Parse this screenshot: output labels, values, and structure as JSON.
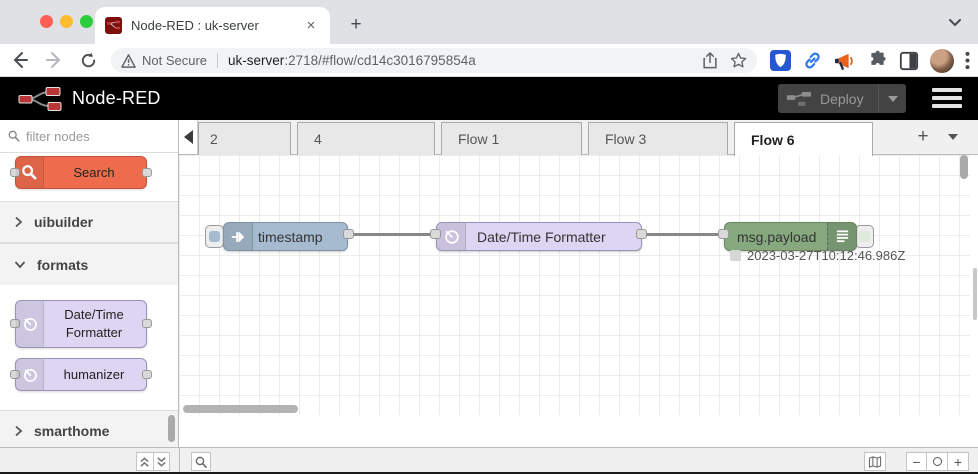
{
  "colors": {
    "inject_node": "#a6bbcf",
    "debug_node": "#87a980",
    "moment_node": "#ddd5f1",
    "search_node": "#ee6c4d",
    "wire": "#888888",
    "header_bg": "#000000",
    "accent_red": "#8f0000"
  },
  "browser": {
    "tab_title": "Node-RED : uk-server",
    "close_tab_glyph": "×",
    "new_tab_glyph": "+",
    "security_label": "Not Secure",
    "url_host": "uk-server",
    "url_rest": ":2718/#flow/cd14c3016795854a"
  },
  "header": {
    "app_name": "Node-RED",
    "deploy_label": "Deploy"
  },
  "palette": {
    "filter_placeholder": "filter nodes",
    "search_node_label": "Search",
    "categories": [
      {
        "label": "uibuilder",
        "state": "collapsed"
      },
      {
        "label": "formats",
        "state": "expanded"
      },
      {
        "label": "smarthome",
        "state": "collapsed"
      }
    ],
    "format_nodes": [
      {
        "label": "Date/Time Formatter"
      },
      {
        "label": "humanizer"
      }
    ]
  },
  "workspace": {
    "tabs": [
      {
        "label": "2"
      },
      {
        "label": "4"
      },
      {
        "label": "Flow 1"
      },
      {
        "label": "Flow 3"
      },
      {
        "label": "Flow 6",
        "active": true
      }
    ],
    "add_tab_glyph": "+",
    "flow": {
      "inject_label": "timestamp",
      "formatter_label": "Date/Time Formatter",
      "debug_label": "msg.payload",
      "debug_status": "2023-03-27T10:12:46.986Z"
    }
  },
  "footer": {
    "zoom_out_glyph": "−",
    "zoom_in_glyph": "+"
  }
}
